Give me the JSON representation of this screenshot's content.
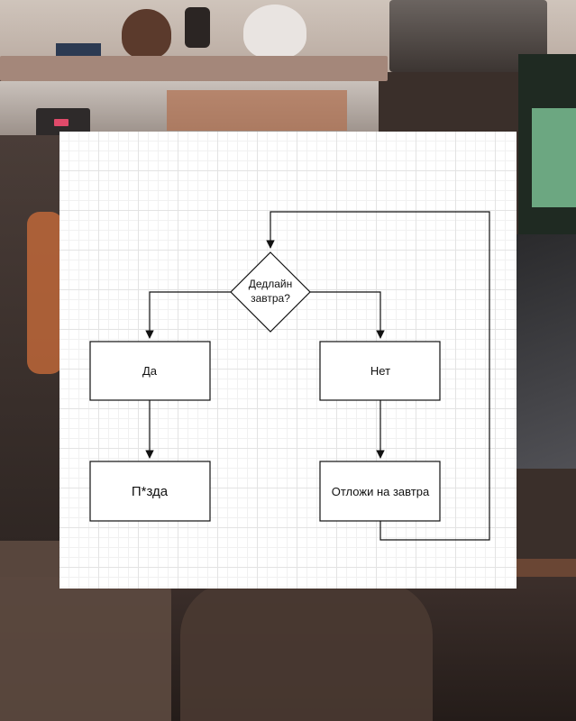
{
  "flowchart": {
    "decision": {
      "line1": "Дедлайн",
      "line2": "завтра?"
    },
    "yes_box": "Да",
    "no_box": "Нет",
    "yes_result": "П*зда",
    "no_result": "Отложи на завтра"
  },
  "colors": {
    "stroke": "#111111",
    "paper": "#ffffff",
    "grid": "#e3e3e3"
  }
}
